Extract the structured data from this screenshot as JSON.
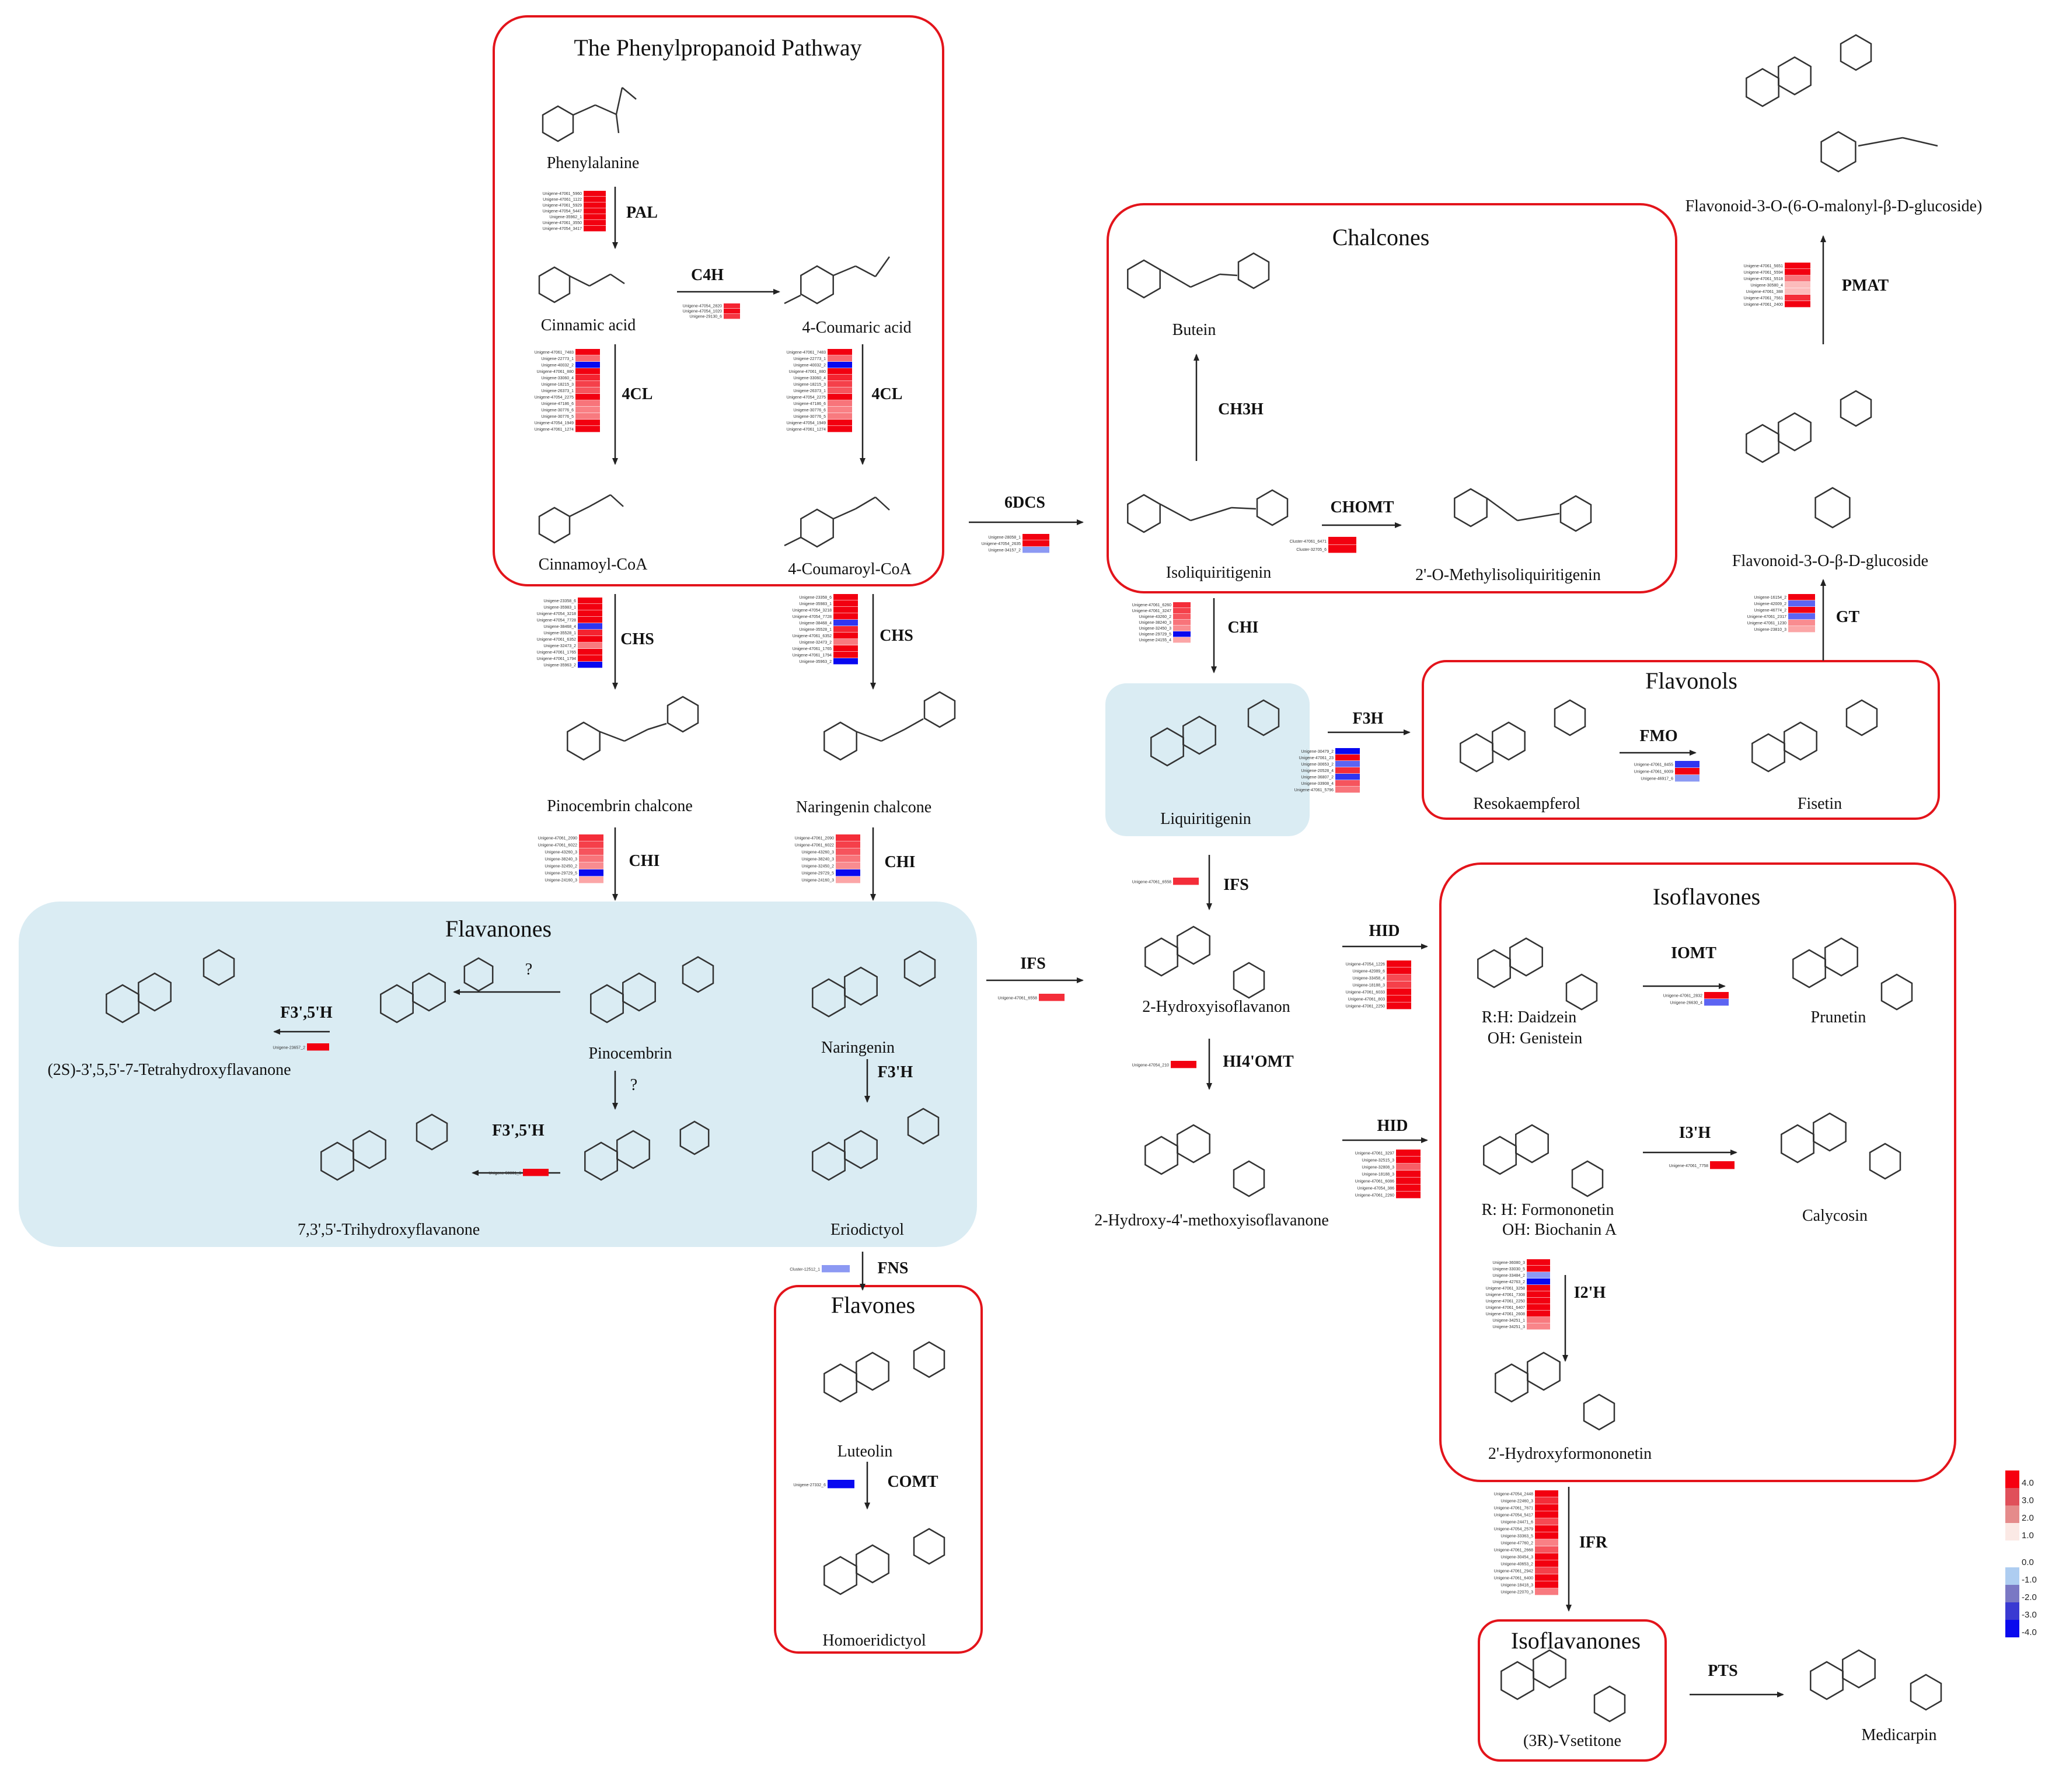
{
  "regions": {
    "phenylpropanoid": "The Phenylpropanoid Pathway",
    "chalcones": "Chalcones",
    "flavanones": "Flavanones",
    "flavones": "Flavones",
    "flavonols": "Flavonols",
    "isoflavones": "Isoflavones",
    "isoflavanones": "Isoflavanones"
  },
  "compounds": {
    "phenylalanine": "Phenylalanine",
    "cinnamic_acid": "Cinnamic acid",
    "coumaric_acid": "4-Coumaric acid",
    "cinnamoyl_coa": "Cinnamoyl-CoA",
    "coumaroyl_coa": "4-Coumaroyl-CoA",
    "pinocembrin_chalcone": "Pinocembrin chalcone",
    "naringenin_chalcone": "Naringenin chalcone",
    "pinocembrin": "Pinocembrin",
    "naringenin": "Naringenin",
    "tetrahydroxyflavanone": "(2S)-3',5,5'-7-Tetrahydroxyflavanone",
    "trihydroxyflavanone": "7,3',5'-Trihydroxyflavanone",
    "eriodictyol": "Eriodictyol",
    "luteolin": "Luteolin",
    "homoeridictyol": "Homoeridictyol",
    "butein": "Butein",
    "isoliquiritigenin": "Isoliquiritigenin",
    "methylisoliquiritigenin": "2'-O-Methylisoliquiritigenin",
    "liquiritigenin": "Liquiritigenin",
    "hydroxyisoflavanon": "2-Hydroxyisoflavanon",
    "methoxyisoflavanone": "2-Hydroxy-4'-methoxyisoflavanone",
    "resokaempferol": "Resokaempferol",
    "fisetin": "Fisetin",
    "malonyl_glucoside": "Flavonoid-3-O-(6-O-malonyl-β-D-glucoside)",
    "glucoside": "Flavonoid-3-O-β-D-glucoside",
    "daidzein_1": "R:H: Daidzein",
    "daidzein_2": "OH: Genistein",
    "prunetin": "Prunetin",
    "formononetin_1": "R: H: Formononetin",
    "formononetin_2": "OH: Biochanin A",
    "calycosin": "Calycosin",
    "hydroxyformononetin": "2'-Hydroxyformononetin",
    "vsetitone": "(3R)-Vsetitone",
    "medicarpin": "Medicarpin"
  },
  "enzymes": {
    "pal": "PAL",
    "c4h": "C4H",
    "fourcl_1": "4CL",
    "fourcl_2": "4CL",
    "chs_1": "CHS",
    "chs_2": "CHS",
    "chi_1": "CHI",
    "chi_2": "CHI",
    "chi_3": "CHI",
    "f35h_1": "F3',5'H",
    "f35h_2": "F3',5'H",
    "q_1": "?",
    "q_2": "?",
    "f3h_prime": "F3'H",
    "fns": "FNS",
    "comt": "COMT",
    "sixdcs": "6DCS",
    "ch3h": "CH3H",
    "chomt": "CHOMT",
    "f3h": "F3H",
    "ifs_1": "IFS",
    "ifs_2": "IFS",
    "hid_1": "HID",
    "hid_2": "HID",
    "hi4omt": "HI4'OMT",
    "fmo": "FMO",
    "gt": "GT",
    "pmat": "PMAT",
    "iomt": "IOMT",
    "i3h": "I3'H",
    "i2h": "I2'H",
    "ifr": "IFR",
    "pts": "PTS"
  },
  "legend": {
    "ticks": [
      "4.0",
      "3.0",
      "2.0",
      "1.0",
      "0.0",
      "-1.0",
      "-2.0",
      "-3.0",
      "-4.0"
    ],
    "colors": [
      "#f60010",
      "#e0505a",
      "#e58b8b",
      "#fbe9e5",
      "#ffffff",
      "#aecdf1",
      "#7a78c4",
      "#3a3ad2",
      "#0a0aee"
    ]
  },
  "heatmaps": {
    "pal": {
      "genes": [
        "Unigene-47061_5960",
        "Unigene-47061_1122",
        "Unigene-47061_5929",
        "Unigene-47054_5447",
        "Unigene-35962_1",
        "Unigene-47061_3550",
        "Unigene-47054_3417"
      ],
      "values": [
        4,
        4,
        4,
        4,
        4,
        4,
        4
      ]
    },
    "c4h": {
      "genes": [
        "Unigene-47054_2820",
        "Unigene-47054_1020",
        "Unigene-29130_6"
      ],
      "values": [
        3.2,
        3.8,
        2.8
      ]
    },
    "fourcl_left": {
      "genes": [
        "Unigene-47061_7483",
        "Unigene-22773_1",
        "Unigene-40032_2",
        "Unigene-47061_880",
        "Unigene-33060_4",
        "Unigene-18215_3",
        "Unigene-26373_1",
        "Unigene-47054_2275",
        "Unigene-47186_6",
        "Unigene-30776_6",
        "Unigene-30776_5",
        "Unigene-47054_1949",
        "Unigene-47061_1274"
      ],
      "values": [
        4,
        1.8,
        -4,
        4,
        3.2,
        2.6,
        2.2,
        4,
        1.6,
        1.4,
        1.5,
        4,
        4
      ]
    },
    "fourcl_right": {
      "genes": [
        "Unigene-47061_7483",
        "Unigene-22773_1",
        "Unigene-40032_2",
        "Unigene-47061_880",
        "Unigene-33060_4",
        "Unigene-18215_3",
        "Unigene-26373_1",
        "Unigene-47054_2275",
        "Unigene-47186_6",
        "Unigene-30776_6",
        "Unigene-30776_5",
        "Unigene-47054_1949",
        "Unigene-47061_1274"
      ],
      "values": [
        4,
        1.8,
        -4,
        4,
        3.2,
        2.6,
        2.2,
        4,
        1.6,
        1.4,
        1.5,
        4,
        4
      ]
    },
    "chs_left": {
      "genes": [
        "Unigene-23358_6",
        "Unigene-35983_1",
        "Unigene-47054_3218",
        "Unigene-47054_7728",
        "Unigene-38468_4",
        "Unigene-35528_1",
        "Unigene-47061_6352",
        "Unigene-32473_2",
        "Unigene-47061_1765",
        "Unigene-47061_1794",
        "Unigene-35963_2"
      ],
      "values": [
        4,
        4,
        4,
        4,
        -3,
        3.2,
        4,
        1.5,
        4,
        4,
        -4
      ]
    },
    "chs_right": {
      "genes": [
        "Unigene-23358_6",
        "Unigene-35983_1",
        "Unigene-47054_3218",
        "Unigene-47054_7728",
        "Unigene-38468_4",
        "Unigene-35528_1",
        "Unigene-47061_6352",
        "Unigene-32473_2",
        "Unigene-47061_1765",
        "Unigene-47061_1794",
        "Unigene-35963_2"
      ],
      "values": [
        4,
        4,
        4,
        4,
        -3,
        3.2,
        4,
        1.5,
        4,
        4,
        -4
      ]
    },
    "chi_left": {
      "genes": [
        "Unigene-47061_2090",
        "Unigene-47061_6022",
        "Unigene-43260_3",
        "Unigene-38240_3",
        "Unigene-32450_2",
        "Unigene-29729_5",
        "Unigene-24160_3"
      ],
      "values": [
        3,
        2.6,
        2.2,
        1.6,
        1.2,
        -4,
        0.8
      ]
    },
    "chi_right": {
      "genes": [
        "Unigene-47061_2090",
        "Unigene-47061_6022",
        "Unigene-43260_3",
        "Unigene-38240_3",
        "Unigene-32450_2",
        "Unigene-29729_5",
        "Unigene-24160_3"
      ],
      "values": [
        3,
        2.6,
        2.2,
        1.6,
        1.2,
        -4,
        0.8
      ]
    },
    "chi_liq": {
      "genes": [
        "Unigene-47061_6260",
        "Unigene-47061_3247",
        "Unigene-43260_2",
        "Unigene-38240_3",
        "Unigene-32450_3",
        "Unigene-29729_5",
        "Unigene-24155_4"
      ],
      "values": [
        3,
        2.6,
        2.2,
        1.6,
        1.2,
        -4,
        0.8
      ]
    },
    "f35h_tetra": {
      "genes": [
        "Unigene-23657_2"
      ],
      "values": [
        4
      ]
    },
    "f35h_tri": {
      "genes": [
        "Unigene-50801_6"
      ],
      "values": [
        4
      ]
    },
    "fns": {
      "genes": [
        "Cluster-12512_1"
      ],
      "values": [
        -1
      ]
    },
    "comt": {
      "genes": [
        "Unigene-27332_6"
      ],
      "values": [
        -4
      ]
    },
    "sixdcs": {
      "genes": [
        "Unigene-28058_1",
        "Unigene-47054_2635",
        "Unigene-34157_2"
      ],
      "values": [
        4,
        4,
        -1
      ]
    },
    "chomt": {
      "genes": [
        "Cluster-47061_6471",
        "Cluster-32705_6"
      ],
      "values": [
        4,
        4
      ]
    },
    "f3h": {
      "genes": [
        "Unigene-30479_2",
        "Unigene-47061_23",
        "Unigene-30653_2",
        "Unigene-20528_4",
        "Unigene-36807_2",
        "Unigene-33908_4",
        "Unigene-47061_5796"
      ],
      "values": [
        -4,
        4,
        -2,
        3,
        -3,
        2.2,
        1.6
      ]
    },
    "ifs_liq": {
      "genes": [
        "Unigene-47061_6558"
      ],
      "values": [
        3
      ]
    },
    "ifs_nar": {
      "genes": [
        "Unigene-47061_6558"
      ],
      "values": [
        3
      ]
    },
    "hid_1": {
      "genes": [
        "Unigene-47054_1226",
        "Unigene-42089_6",
        "Unigene-33458_4",
        "Unigene-18188_3",
        "Unigene-47061_6033",
        "Unigene-47061_803",
        "Unigene-47061_2250"
      ],
      "values": [
        4,
        4,
        2.4,
        2.6,
        4,
        4,
        4
      ]
    },
    "hi4omt": {
      "genes": [
        "Unigene-47054_210"
      ],
      "values": [
        4
      ]
    },
    "hid_2": {
      "genes": [
        "Unigene-47061_3297",
        "Unigene-32515_3",
        "Unigene-32808_3",
        "Unigene-18188_3",
        "Unigene-47061_6086",
        "Unigene-47054_386",
        "Unigene-47061_2260"
      ],
      "values": [
        4,
        4,
        2,
        4,
        4,
        4,
        4
      ]
    },
    "fmo": {
      "genes": [
        "Unigene-47061_8455",
        "Unigene-47061_6009",
        "Unigene-46917_6"
      ],
      "values": [
        -3,
        4,
        -1
      ]
    },
    "gt": {
      "genes": [
        "Unigene-16154_2",
        "Unigene-42009_2",
        "Unigene-46774_2",
        "Unigene-47061_2317",
        "Unigene-47061_1230",
        "Unigene-23810_3"
      ],
      "values": [
        4,
        -2,
        4,
        -2,
        1.2,
        0.8
      ]
    },
    "pmat": {
      "genes": [
        "Unigene-47061_5651",
        "Unigene-47061_5594",
        "Unigene-47061_5518",
        "Unigene-30580_4",
        "Unigene-47061_388",
        "Unigene-47061_7561",
        "Unigene-47061_2400"
      ],
      "values": [
        4,
        4,
        1.6,
        0.5,
        0.5,
        3,
        4
      ]
    },
    "iomt": {
      "genes": [
        "Unigene-47061_2832",
        "Unigene-26630_4"
      ],
      "values": [
        4,
        -2
      ]
    },
    "i3h": {
      "genes": [
        "Unigene-47061_7758"
      ],
      "values": [
        4
      ]
    },
    "i2h": {
      "genes": [
        "Unigene-36080_3",
        "Unigene-33030_5",
        "Unigene-33484_2",
        "Unigene-42763_2",
        "Unigene-47061_3258",
        "Unigene-47061_7308",
        "Unigene-47061_2250",
        "Unigene-47061_6407",
        "Unigene-47061_2608",
        "Unigene-34251_1",
        "Unigene-34251_3"
      ],
      "values": [
        4,
        4,
        -1,
        -4,
        4,
        4,
        4,
        4,
        4,
        1.5,
        1.3
      ]
    },
    "ifr": {
      "genes": [
        "Unigene-47054_2448",
        "Unigene-22460_3",
        "Unigene-47061_7671",
        "Unigene-47054_5417",
        "Unigene-24471_6",
        "Unigene-47054_2579",
        "Unigene-33363_5",
        "Unigene-47760_2",
        "Unigene-47061_2668",
        "Unigene-30454_3",
        "Unigene-40653_2",
        "Unigene-47061_2942",
        "Unigene-47061_6400",
        "Unigene-18418_3",
        "Unigene-22070_3"
      ],
      "values": [
        4,
        3,
        4,
        4,
        2.4,
        4,
        4,
        1.4,
        2.2,
        4,
        4,
        2.6,
        4,
        4,
        1.5
      ]
    }
  }
}
